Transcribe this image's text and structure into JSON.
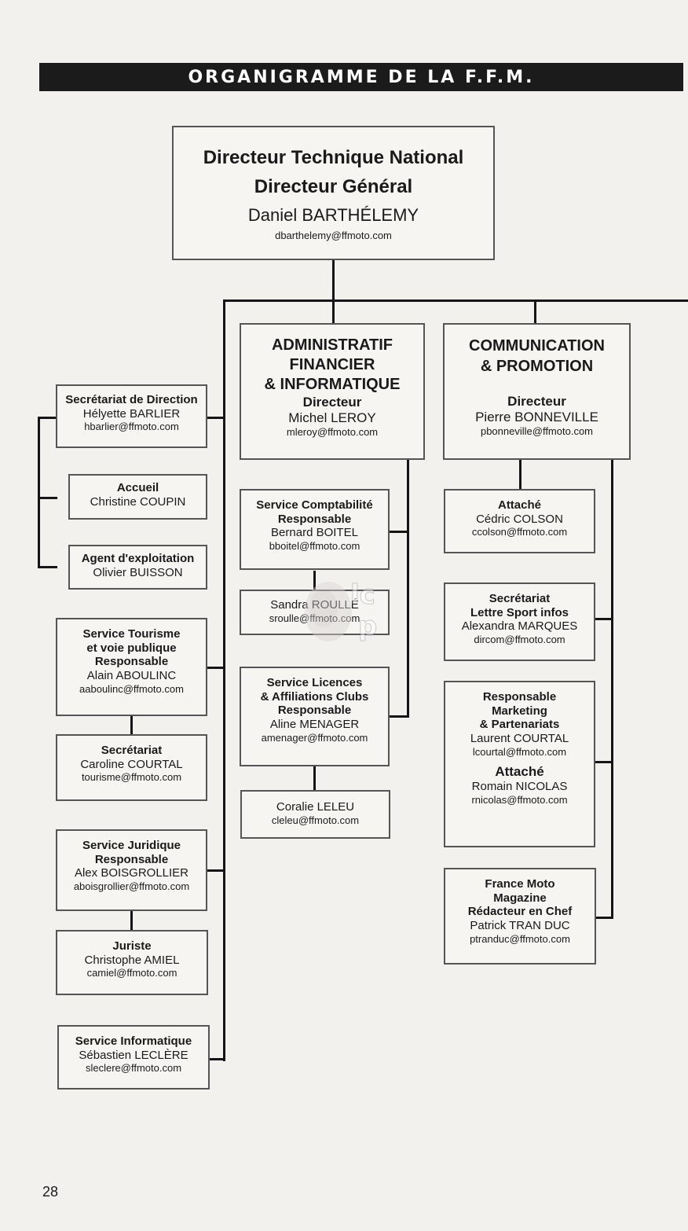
{
  "banner": {
    "title": "ORGANIGRAMME DE LA F.F.M."
  },
  "page_number": "28",
  "top": {
    "role1": "Directeur Technique National",
    "role2": "Directeur Général",
    "name": "Daniel BARTHÉLEMY",
    "email": "dbarthelemy@ffmoto.com"
  },
  "admin": {
    "title1": "ADMINISTRATIF",
    "title2": "FINANCIER",
    "title3": "& INFORMATIQUE",
    "role": "Directeur",
    "name": "Michel LEROY",
    "email": "mleroy@ffmoto.com"
  },
  "comm": {
    "title1": "COMMUNICATION",
    "title2": "& PROMOTION",
    "role": "Directeur",
    "name": "Pierre BONNEVILLE",
    "email": "pbonneville@ffmoto.com"
  },
  "left": {
    "sec_dir": {
      "title": "Secrétariat de Direction",
      "name": "Hélyette BARLIER",
      "email": "hbarlier@ffmoto.com"
    },
    "accueil": {
      "title": "Accueil",
      "name": "Christine COUPIN"
    },
    "agent": {
      "title": "Agent d'exploitation",
      "name": "Olivier BUISSON"
    },
    "tourisme": {
      "title1": "Service Tourisme",
      "title2": "et voie publique",
      "role": "Responsable",
      "name": "Alain ABOULINC",
      "email": "aaboulinc@ffmoto.com"
    },
    "sec_tourisme": {
      "title": "Secrétariat",
      "name": "Caroline COURTAL",
      "email": "tourisme@ffmoto.com"
    },
    "juridique": {
      "title": "Service Juridique",
      "role": "Responsable",
      "name": "Alex BOISGROLLIER",
      "email": "aboisgrollier@ffmoto.com"
    },
    "juriste": {
      "title": "Juriste",
      "name": "Christophe AMIEL",
      "email": "camiel@ffmoto.com"
    },
    "informatique": {
      "title": "Service Informatique",
      "name": "Sébastien LECLÈRE",
      "email": "sleclere@ffmoto.com"
    }
  },
  "middle": {
    "compta": {
      "title": "Service Comptabilité",
      "role": "Responsable",
      "name": "Bernard BOITEL",
      "email": "bboitel@ffmoto.com"
    },
    "roulle": {
      "name": "Sandra ROULLÉ",
      "email": "sroulle@ffmoto.com"
    },
    "licences": {
      "title1": "Service Licences",
      "title2": "& Affiliations Clubs",
      "role": "Responsable",
      "name": "Aline MENAGER",
      "email": "amenager@ffmoto.com"
    },
    "leleu": {
      "name": "Coralie LELEU",
      "email": "cleleu@ffmoto.com"
    }
  },
  "right": {
    "attache": {
      "title": "Attaché",
      "name": "Cédric COLSON",
      "email": "ccolson@ffmoto.com"
    },
    "secretariat": {
      "title1": "Secrétariat",
      "title2": "Lettre Sport infos",
      "name": "Alexandra MARQUES",
      "email": "dircom@ffmoto.com"
    },
    "marketing": {
      "title1": "Responsable",
      "title2": "Marketing",
      "title3": "& Partenariats",
      "name": "Laurent COURTAL",
      "email": "lcourtal@ffmoto.com",
      "role2": "Attaché",
      "name2": "Romain NICOLAS",
      "email2": "rnicolas@ffmoto.com"
    },
    "magazine": {
      "title1": "France Moto",
      "title2": "Magazine",
      "role": "Rédacteur en Chef",
      "name": "Patrick TRAN DUC",
      "email": "ptranduc@ffmoto.com"
    }
  },
  "colors": {
    "banner": "#1b1b1b",
    "line": "#151515",
    "border": "#555555",
    "paper": "#f3f1ee"
  }
}
